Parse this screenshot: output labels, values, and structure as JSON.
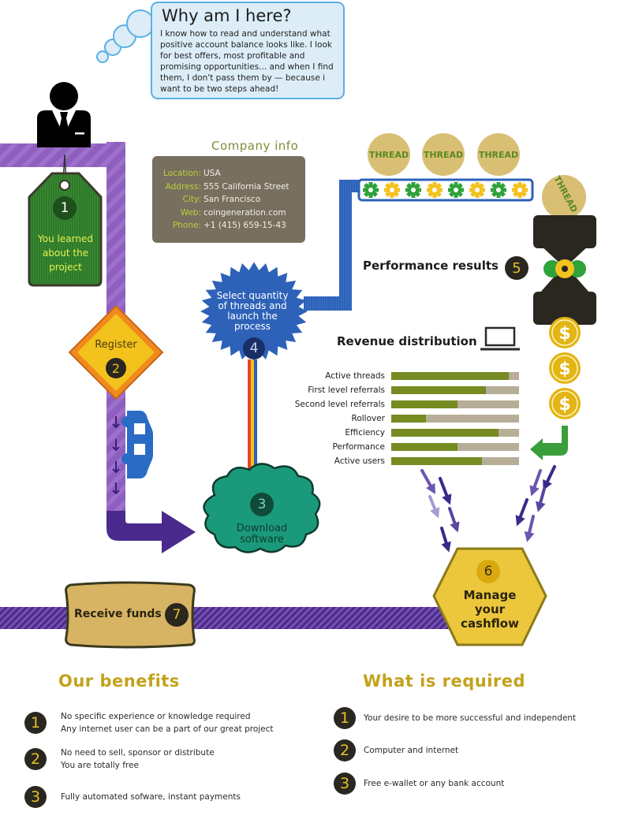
{
  "why": {
    "title": "Why am I here?",
    "text": "I know how to read and understand what positive account balance looks like. I look for best offers, most profitable and promising opportunities... and when I find them, I don't pass them by — because i want to be two steps ahead!"
  },
  "company": {
    "title": "Company info",
    "rows": [
      {
        "label": "Location:",
        "value": "USA"
      },
      {
        "label": "Address:",
        "value": "555 California Street"
      },
      {
        "label": "City:",
        "value": "San Francisco"
      },
      {
        "label": "Web:",
        "value": "coingeneration.com"
      },
      {
        "label": "Phone:",
        "value": "+1 (415) 659-15-43"
      }
    ]
  },
  "steps": [
    {
      "num": "1",
      "label": "You learned about the project"
    },
    {
      "num": "2",
      "label": "Register"
    },
    {
      "num": "3",
      "label": "Download software"
    },
    {
      "num": "4",
      "label": "Select quantity of threads and launch the process"
    },
    {
      "num": "5",
      "label": "Performance results"
    },
    {
      "num": "6",
      "label": "Manage your cashflow"
    },
    {
      "num": "7",
      "label": "Receive funds"
    }
  ],
  "thread_coins": [
    "THREAD",
    "THREAD",
    "THREAD",
    "THREAD"
  ],
  "revenue": {
    "title": "Revenue distribution",
    "icon": "laptop-icon",
    "colors": {
      "fill": "#768b22",
      "track": "#b7ae98"
    },
    "items": [
      {
        "label": "Active threads",
        "value": 0.92
      },
      {
        "label": "First level referrals",
        "value": 0.74
      },
      {
        "label": "Second level referrals",
        "value": 0.52
      },
      {
        "label": "Rollover",
        "value": 0.27
      },
      {
        "label": "Efficiency",
        "value": 0.84
      },
      {
        "label": "Performance",
        "value": 0.52
      },
      {
        "label": "Active users",
        "value": 0.71
      }
    ]
  },
  "benefits": {
    "title": "Our benefits",
    "items": [
      {
        "num": "1",
        "lines": [
          "No specific experience or knowledge required",
          "Any internet user can be a part of our great project"
        ]
      },
      {
        "num": "2",
        "lines": [
          "No need to sell, sponsor or distribute",
          "You are totally free"
        ]
      },
      {
        "num": "3",
        "lines": [
          "Fully automated sofware, instant payments"
        ]
      }
    ]
  },
  "required": {
    "title": "What is required",
    "items": [
      {
        "num": "1",
        "text": "Your desire to be more successful and independent"
      },
      {
        "num": "2",
        "text": "Computer and internet"
      },
      {
        "num": "3",
        "text": "Free e-wallet or any bank account"
      }
    ]
  },
  "colors": {
    "purple": "#8e5fbf",
    "dark_purple": "#4a2a8c",
    "blue": "#2d62b8",
    "green_tag": "#2f7a2a",
    "gold": "#c3a11c",
    "coin_gold": "#e3b515"
  }
}
